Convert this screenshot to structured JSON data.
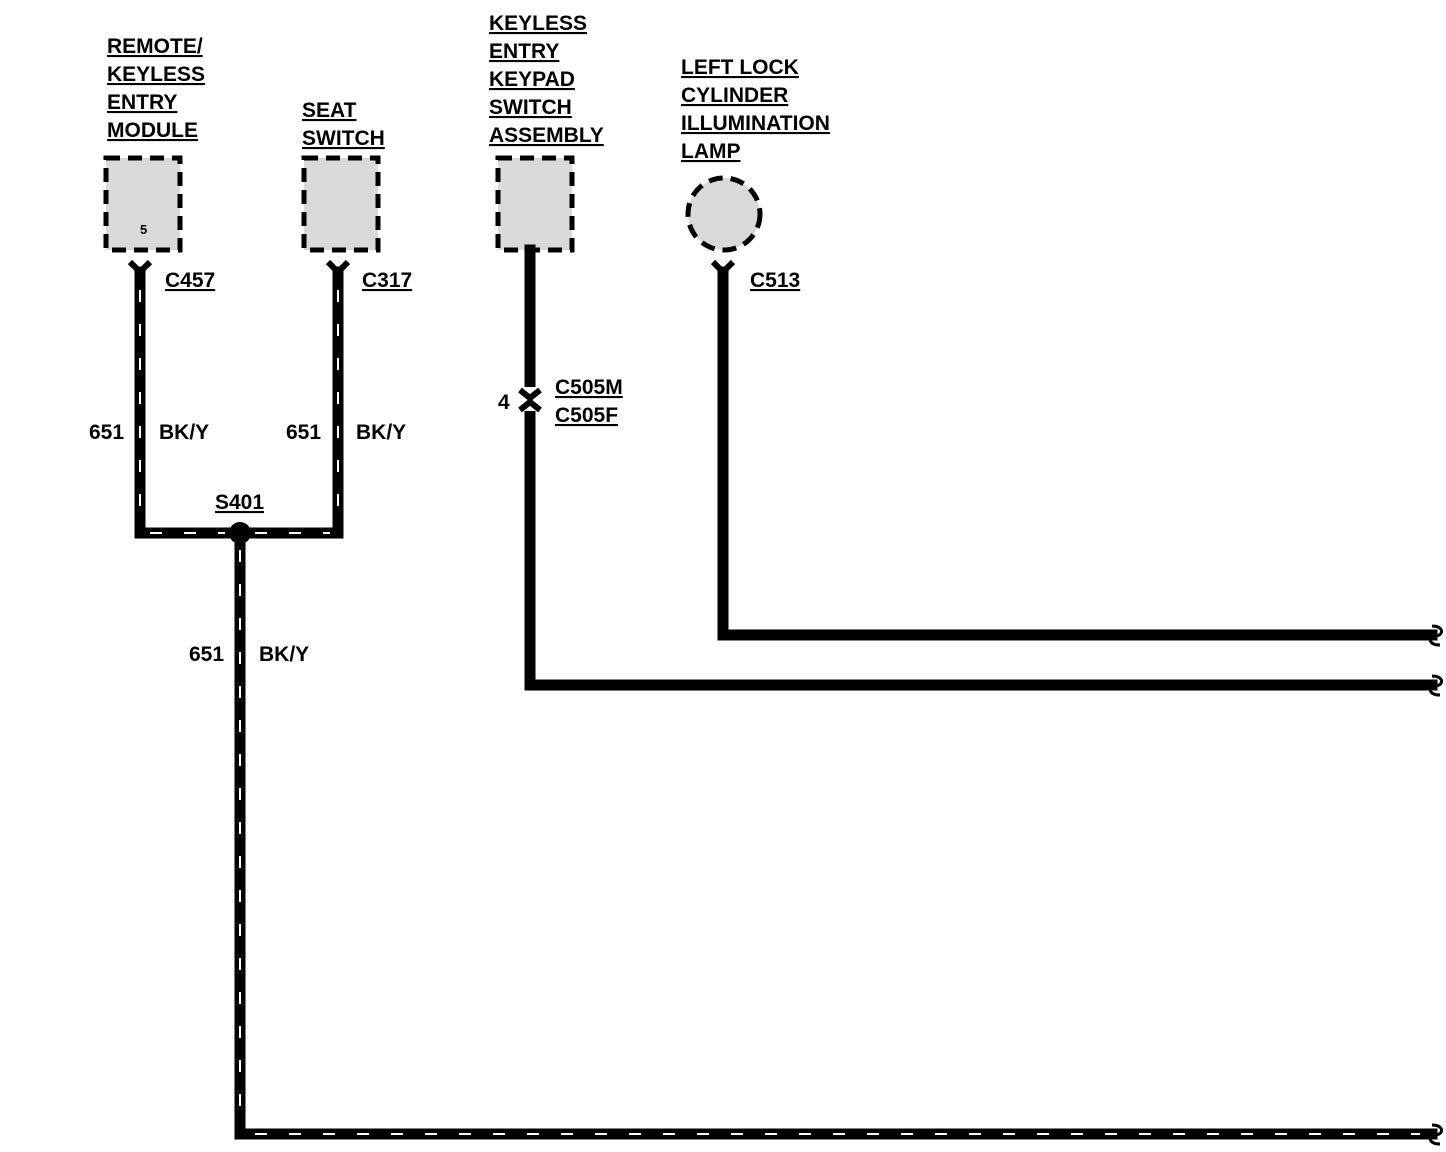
{
  "components": {
    "rke_module": {
      "lines": [
        "REMOTE/",
        "KEYLESS",
        "ENTRY",
        "MODULE"
      ],
      "pin": "5",
      "connector": "C457"
    },
    "seat_switch": {
      "lines": [
        "SEAT",
        "SWITCH"
      ],
      "connector": "C317"
    },
    "keypad": {
      "lines": [
        "KEYLESS",
        "ENTRY",
        "KEYPAD",
        "SWITCH",
        "ASSEMBLY"
      ],
      "inline_pin": "4",
      "inline_male": "C505M",
      "inline_female": "C505F"
    },
    "lamp": {
      "lines": [
        "LEFT LOCK",
        "CYLINDER",
        "ILLUMINATION",
        "LAMP"
      ],
      "connector": "C513"
    }
  },
  "splice": "S401",
  "wires": [
    {
      "circuit": "651",
      "color": "BK/Y"
    },
    {
      "circuit": "651",
      "color": "BK/Y"
    },
    {
      "circuit": "651",
      "color": "BK/Y"
    }
  ]
}
